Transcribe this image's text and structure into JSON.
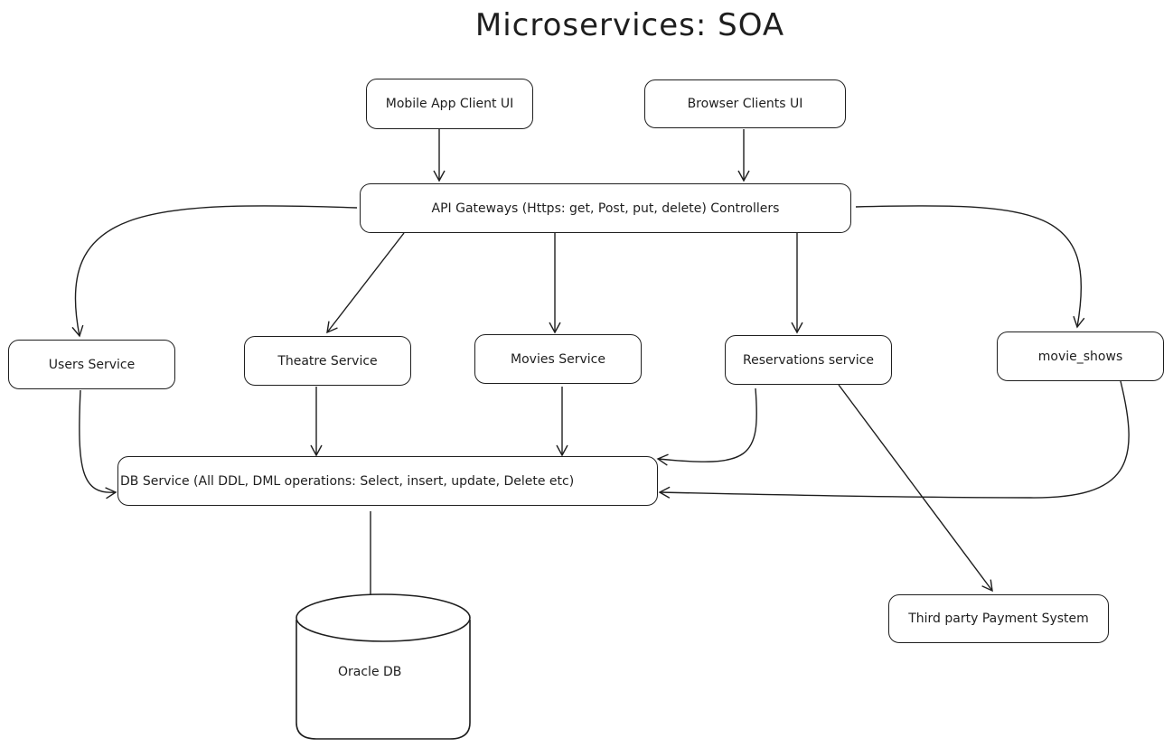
{
  "title": "Microservices: SOA",
  "nodes": {
    "mobile_client": "Mobile App Client UI",
    "browser_client": "Browser Clients UI",
    "api_gateway": "API Gateways (Https: get, Post, put, delete) Controllers",
    "users_service": "Users Service",
    "theatre_service": "Theatre Service",
    "movies_service": "Movies Service",
    "reservations_service": "Reservations service",
    "movie_shows": "movie_shows",
    "db_service": "DB Service (All DDL, DML operations: Select, insert, update, Delete etc)",
    "oracle_db": "Oracle DB",
    "payment_system": "Third party Payment System"
  },
  "colors": {
    "stroke": "#1e1e1e",
    "background": "#ffffff"
  }
}
